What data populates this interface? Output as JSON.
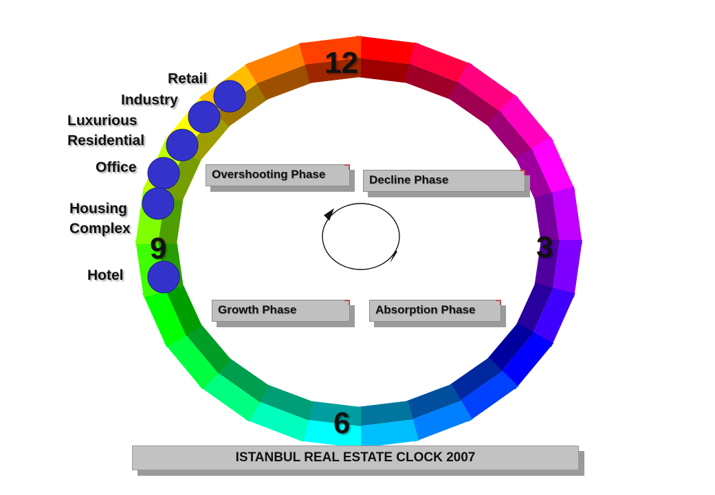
{
  "hours": {
    "twelve": "12",
    "three": "3",
    "six": "6",
    "nine": "9"
  },
  "sectors": [
    {
      "label": "Retail"
    },
    {
      "label": "Industry"
    },
    {
      "label": "Luxurious"
    },
    {
      "label": "Residential"
    },
    {
      "label": "Office"
    },
    {
      "label": "Housing"
    },
    {
      "label": "Complex"
    },
    {
      "label": "Hotel"
    }
  ],
  "phases": {
    "overshooting": "Overshooting Phase",
    "decline": "Decline Phase",
    "growth": "Growth Phase",
    "absorption": "Absorption Phase"
  },
  "title": "ISTANBUL REAL ESTATE CLOCK 2007",
  "colors": {
    "marker": "#3333cc",
    "ring_inner_shade": "rgba(0,0,0,0.38)",
    "hue_start": "#ff1a1a",
    "box_fill": "#c0c0c0"
  },
  "icons": [
    "cycle-arrow-icon"
  ]
}
